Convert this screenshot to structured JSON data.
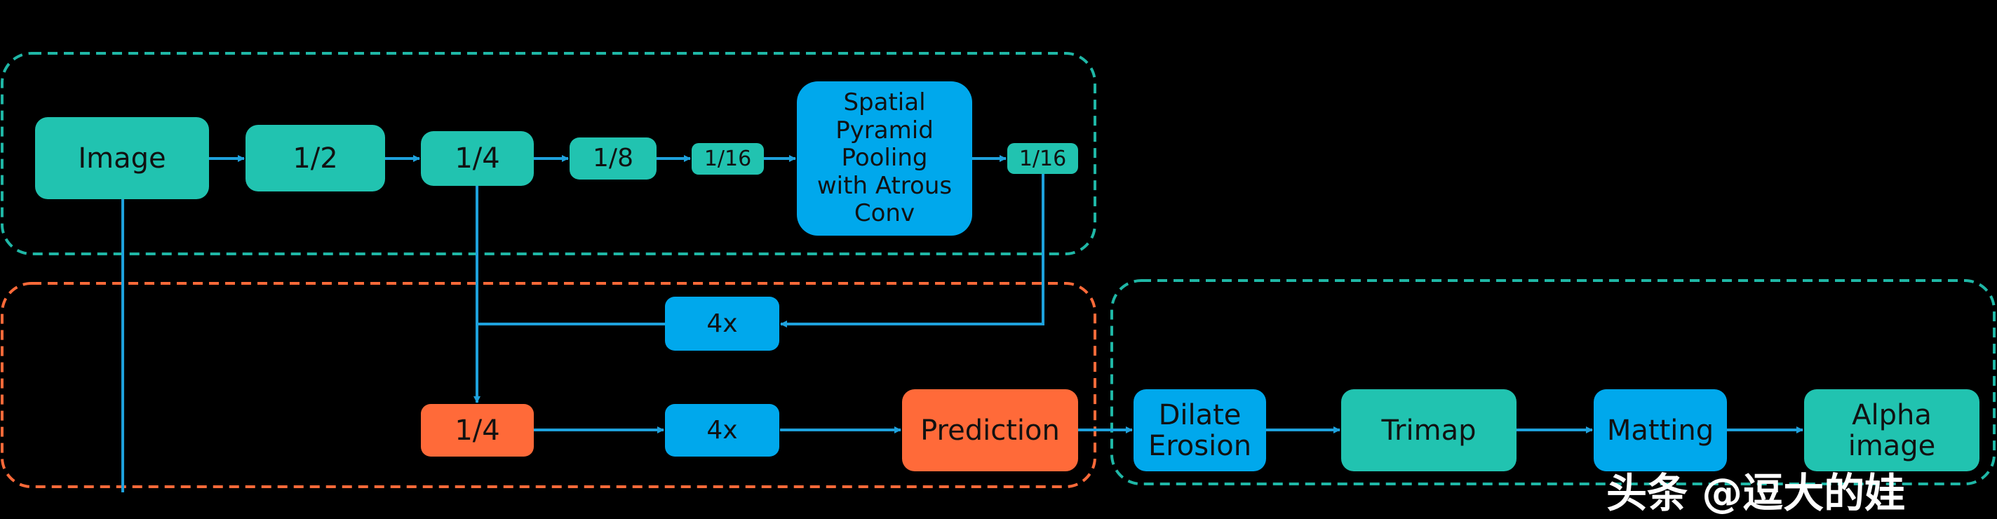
{
  "colors": {
    "teal": "#21c3b0",
    "blue": "#00a8ec",
    "orange": "#ff6a39",
    "arrow": "#1ea1dc",
    "box_teal": "#1fb7a6",
    "box_orange": "#ff6a39",
    "background": "#000000"
  },
  "nodes": {
    "image": "Image",
    "half": "1/2",
    "quarter": "1/4",
    "eighth": "1/8",
    "sixteenth": "1/16",
    "spp": "Spatial\nPyramid\nPooling\nwith Atrous\nConv",
    "sixteenth_out": "1/16",
    "up4_a": "4x",
    "quarter_dec": "1/4",
    "up4_b": "4x",
    "prediction": "Prediction",
    "dilate": "Dilate\nErosion",
    "trimap": "Trimap",
    "matting": "Matting",
    "alpha": "Alpha\nimage"
  },
  "watermark": "头条 @逗大的娃"
}
